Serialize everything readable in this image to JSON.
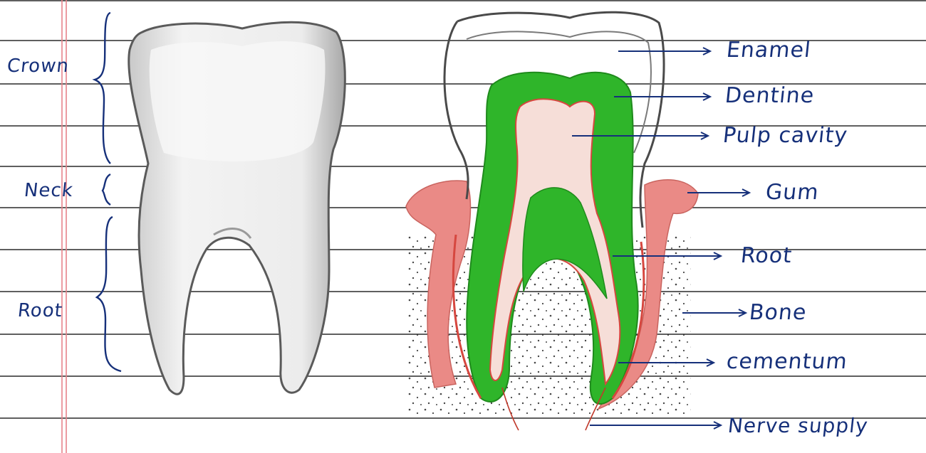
{
  "colors": {
    "paper": "#ffffff",
    "ruling": "#2a2a2a",
    "margin_line": "#e8838a",
    "ink": "#16307a",
    "enamel_outline": "#4a4a4a",
    "dentine": "#2fb52a",
    "pulp": "#f6ded8",
    "gum": "#ea8a86",
    "cementum_line": "#d6473f",
    "bone_dots": "#333333"
  },
  "left_diagram": {
    "labels": {
      "crown": "Crown",
      "neck": "Neck",
      "root": "Root"
    }
  },
  "right_diagram": {
    "labels": {
      "enamel": "Enamel",
      "dentine": "Dentine",
      "pulp_cavity": "Pulp cavity",
      "gum": "Gum",
      "root": "Root",
      "bone": "Bone",
      "cementum": "cementum",
      "nerve_supply": "Nerve supply"
    }
  }
}
